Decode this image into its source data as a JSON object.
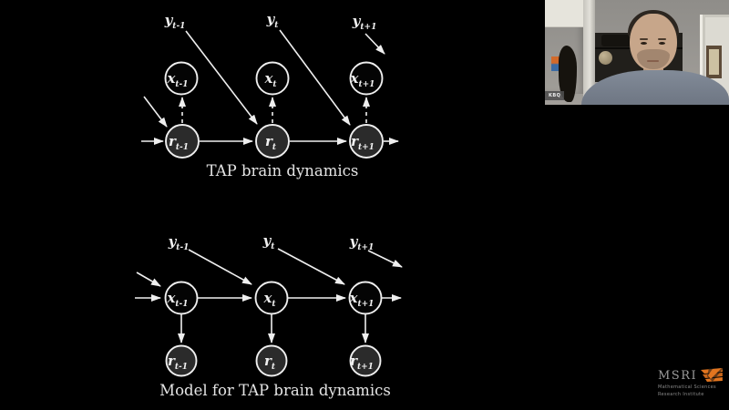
{
  "slide": {
    "background": "#000000",
    "diagram_top": {
      "caption": "TAP brain dynamics",
      "y_labels": [
        {
          "main": "y",
          "sub": "t-1"
        },
        {
          "main": "y",
          "sub": "t"
        },
        {
          "main": "y",
          "sub": "t+1"
        }
      ],
      "x_nodes": [
        {
          "main": "x",
          "sub": "t-1"
        },
        {
          "main": "x",
          "sub": "t"
        },
        {
          "main": "x",
          "sub": "t+1"
        }
      ],
      "r_nodes": [
        {
          "main": "r",
          "sub": "t-1"
        },
        {
          "main": "r",
          "sub": "t"
        },
        {
          "main": "r",
          "sub": "t+1"
        }
      ]
    },
    "diagram_bottom": {
      "caption": "Model for TAP brain dynamics",
      "y_labels": [
        {
          "main": "y",
          "sub": "t-1"
        },
        {
          "main": "y",
          "sub": "t"
        },
        {
          "main": "y",
          "sub": "t+1"
        }
      ],
      "x_nodes": [
        {
          "main": "x",
          "sub": "t-1"
        },
        {
          "main": "x",
          "sub": "t"
        },
        {
          "main": "x",
          "sub": "t+1"
        }
      ],
      "r_nodes": [
        {
          "main": "r",
          "sub": "t-1"
        },
        {
          "main": "r",
          "sub": "t"
        },
        {
          "main": "r",
          "sub": "t+1"
        }
      ]
    },
    "colors": {
      "diagram_stroke": "#efefef",
      "filled_node": "#2b2b2b",
      "logo_accent": "#e2751f",
      "logo_text": "#9a9a9a"
    }
  },
  "webcam": {
    "name_badge": "KBQ"
  },
  "logo": {
    "acronym": "MSRI",
    "line1": "Mathematical Sciences",
    "line2": "Research Institute"
  }
}
